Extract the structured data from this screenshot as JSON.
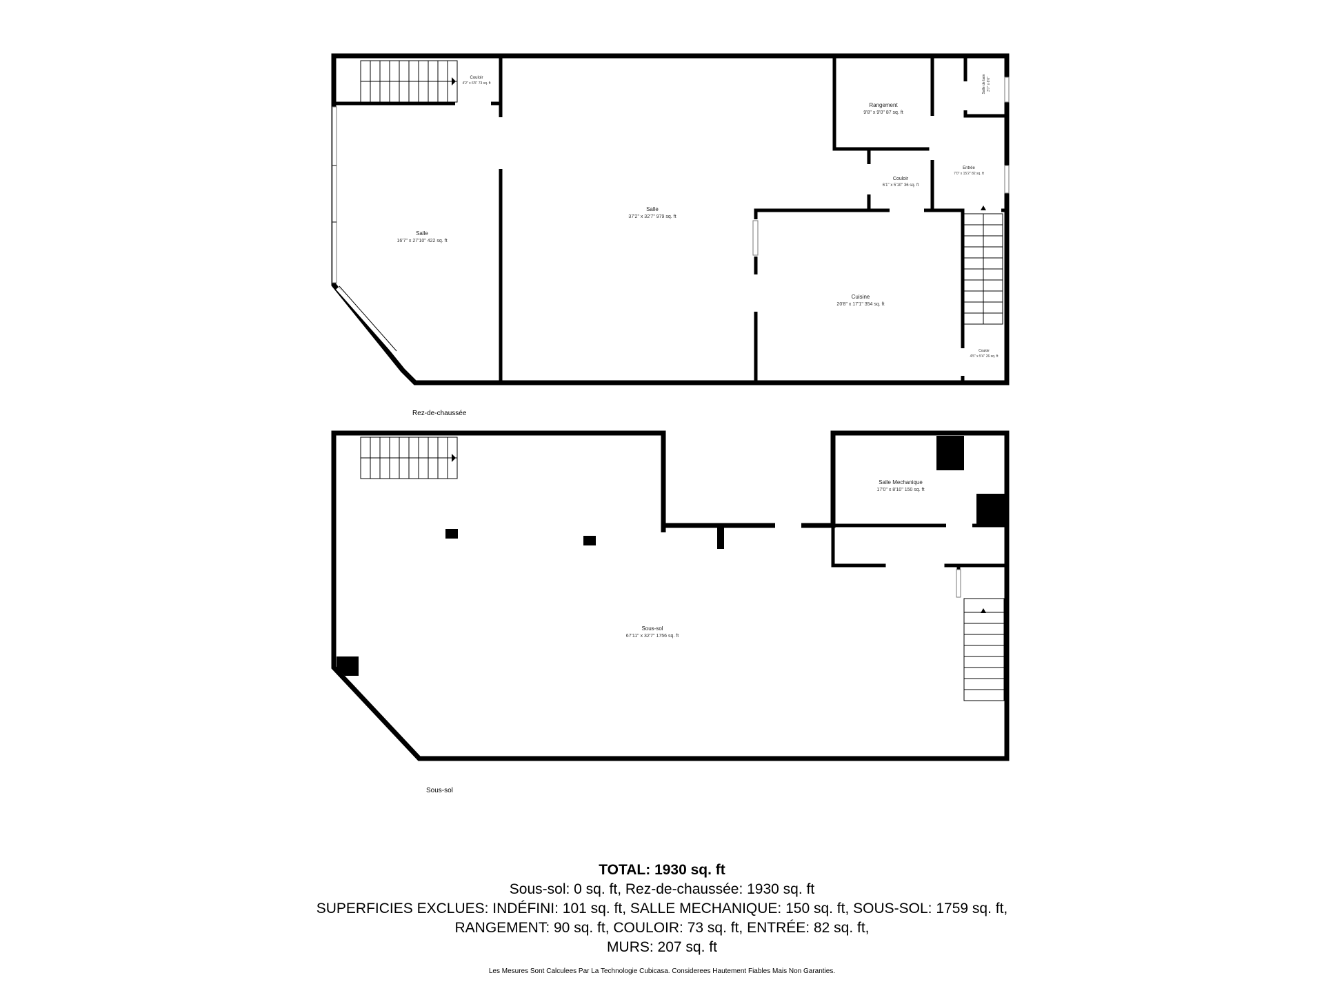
{
  "floors": [
    {
      "label": "Rez-de-chaussée",
      "rooms": [
        {
          "key": "couloir_nw",
          "name": "Couloir",
          "dims": "4'2\" x 6'5\" 73 sq. ft"
        },
        {
          "key": "salle_left",
          "name": "Salle",
          "dims": "16'7\" x 27'10\" 422 sq. ft"
        },
        {
          "key": "salle_main",
          "name": "Salle",
          "dims": "37'2\" x 32'7\" 979 sq. ft"
        },
        {
          "key": "rangement",
          "name": "Rangement",
          "dims": "9'8\" x 9'0\" 87 sq. ft"
        },
        {
          "key": "salle_bain",
          "name": "Salle de bain",
          "dims": "3'7\" x 6'0\""
        },
        {
          "key": "couloir_mid",
          "name": "Couloir",
          "dims": "6'1\" x 5'10\" 36 sq. ft"
        },
        {
          "key": "entree",
          "name": "Entrée",
          "dims": "7'0\" x 15'2\" 82 sq. ft"
        },
        {
          "key": "cuisine",
          "name": "Cuisine",
          "dims": "20'8\" x 17'1\" 354 sq. ft"
        },
        {
          "key": "couloir_se",
          "name": "Couloir",
          "dims": "4'5\" x 5'4\" 26 sq. ft"
        }
      ]
    },
    {
      "label": "Sous-sol",
      "rooms": [
        {
          "key": "salle_meca",
          "name": "Salle Mechanique",
          "dims": "17'0\" x 8'10\" 150 sq. ft"
        },
        {
          "key": "sous_sol",
          "name": "Sous-sol",
          "dims": "67'11\" x 32'7\" 1756 sq. ft"
        }
      ]
    }
  ],
  "summary": {
    "total": "TOTAL: 1930 sq. ft",
    "lines": [
      "Sous-sol: 0 sq. ft, Rez-de-chaussée: 1930 sq. ft",
      "SUPERFICIES EXCLUES: INDÉFINI: 101 sq. ft, SALLE MECHANIQUE: 150 sq. ft, SOUS-SOL: 1759 sq. ft,",
      "RANGEMENT: 90 sq. ft, COULOIR: 73 sq. ft, ENTRÉE: 82 sq. ft,",
      "MURS: 207 sq. ft"
    ]
  },
  "disclaimer": "Les Mesures Sont Calculees Par La Technologie Cubicasa. Considerees Hautement Fiables Mais Non Garanties."
}
